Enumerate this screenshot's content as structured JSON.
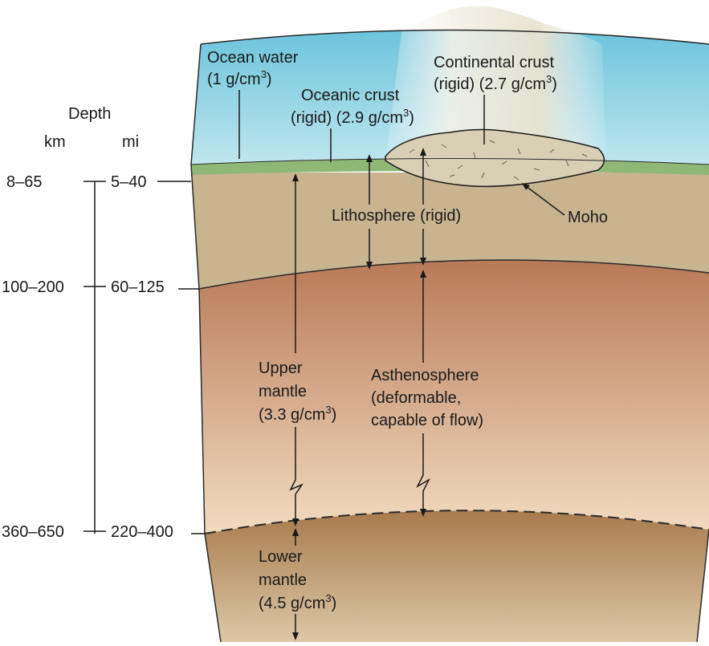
{
  "colors": {
    "ocean_top": "#6cc4dc",
    "ocean_bottom": "#bfe6ef",
    "oceanic_crust": "#8fb877",
    "continental_crust": "#d8cfb4",
    "mountain": "#e2dccb",
    "lithosphere": "#c8b48f",
    "asthenosphere_top": "#b87a58",
    "asthenosphere_bottom": "#f3dcc0",
    "lower_mantle_top": "#a87a4e",
    "lower_mantle_bottom": "#dcc8a6",
    "line": "#1a1a1a"
  },
  "depth_scale": {
    "heading": "Depth",
    "unit_km": "km",
    "unit_mi": "mi",
    "ticks": [
      {
        "km": "8–65",
        "mi": "5–40"
      },
      {
        "km": "100–200",
        "mi": "60–125"
      },
      {
        "km": "360–650",
        "mi": "220–400"
      }
    ]
  },
  "labels": {
    "ocean_water_line1": "Ocean water",
    "ocean_water_line2_prefix": "(1 g/cm",
    "ocean_water_sup": "3",
    "ocean_water_suffix": ")",
    "oceanic_crust_line1": "Oceanic crust",
    "oceanic_crust_line2_prefix": "(rigid) (2.9 g/cm",
    "oceanic_crust_sup": "3",
    "oceanic_crust_suffix": ")",
    "continental_crust_line1": "Continental crust",
    "continental_crust_line2_prefix": "(rigid) (2.7 g/cm",
    "continental_crust_sup": "3",
    "continental_crust_suffix": ")",
    "lithosphere": "Lithosphere (rigid)",
    "moho": "Moho",
    "upper_mantle_line1": "Upper",
    "upper_mantle_line2": "mantle",
    "upper_mantle_line3_prefix": "(3.3 g/cm",
    "upper_mantle_sup": "3",
    "upper_mantle_suffix": ")",
    "asthenosphere_line1": "Asthenosphere",
    "asthenosphere_line2": "(deformable,",
    "asthenosphere_line3": "capable of flow)",
    "lower_mantle_line1": "Lower",
    "lower_mantle_line2": "mantle",
    "lower_mantle_line3_prefix": "(4.5 g/cm",
    "lower_mantle_sup": "3",
    "lower_mantle_suffix": ")"
  }
}
